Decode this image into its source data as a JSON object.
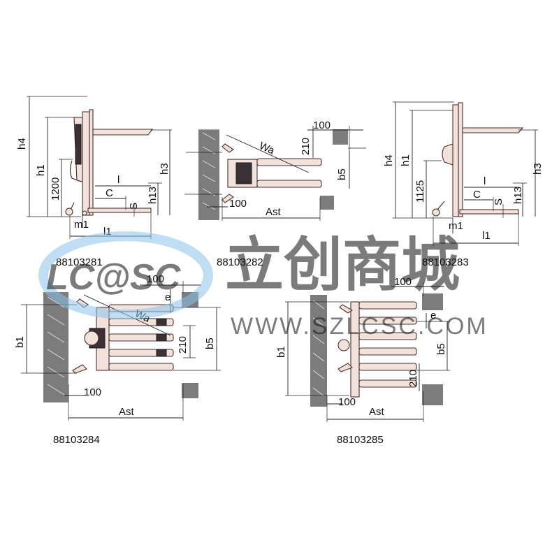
{
  "diagrams": [
    {
      "code": "88103281",
      "labels": {
        "h4": "h4",
        "h1": "h1",
        "lift": "1200",
        "h3": "h3",
        "h13": "h13",
        "c": "C",
        "l": "l",
        "s": "S",
        "m1": "m1",
        "l1": "l1"
      }
    },
    {
      "code": "88103282",
      "labels": {
        "wa": "Wa",
        "gap": "210",
        "clear": "100",
        "b5": "b5",
        "clear2": "100",
        "ast": "Ast"
      }
    },
    {
      "code": "88103283",
      "labels": {
        "h4": "h4",
        "h1": "h1",
        "lift": "1125",
        "h3": "h3",
        "h13": "h13",
        "c": "C",
        "l": "l",
        "s": "S",
        "m1": "m1",
        "l1": "l1"
      }
    },
    {
      "code": "88103284",
      "labels": {
        "clear": "100",
        "e": "e",
        "wa": "Wa",
        "gap": "210",
        "b1": "b1",
        "b5": "b5",
        "clear2": "100",
        "ast": "Ast"
      }
    },
    {
      "code": "88103285",
      "labels": {
        "clear": "100",
        "e": "e",
        "b1": "b1",
        "b5": "b5",
        "gap": "210",
        "clear2": "100",
        "ast": "Ast"
      }
    }
  ],
  "watermark": {
    "logo": "LC@SC",
    "brand": "立创商城",
    "url": "WWW.SZLCSC.COM"
  }
}
